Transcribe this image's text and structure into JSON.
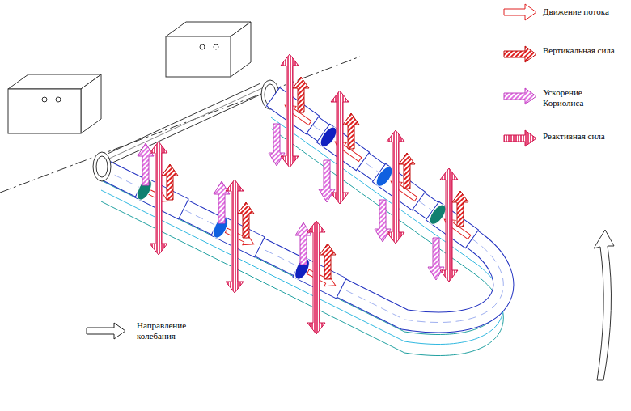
{
  "diagram": {
    "legend": [
      {
        "text": "Движение потока"
      },
      {
        "text": "Вертикальная сила"
      },
      {
        "text": "Ускорение Кориолиса"
      },
      {
        "text": "Реактивная сила"
      },
      {
        "text": "Направление колебания"
      }
    ]
  }
}
